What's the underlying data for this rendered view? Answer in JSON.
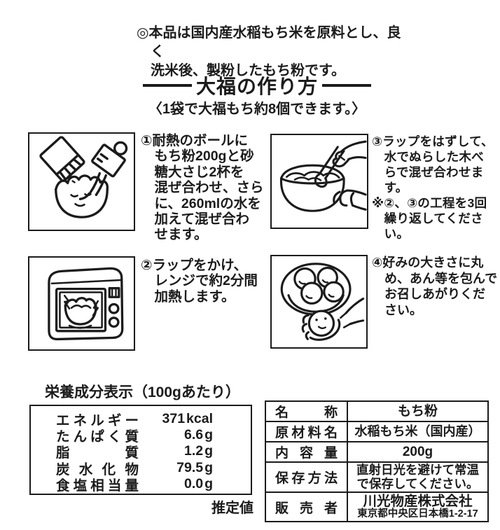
{
  "page": {
    "background": "#ffffff",
    "ink": "#1b1b1b"
  },
  "intro": {
    "text": "◎本品は国内産水稲もち米を原料とし、良く\n洗米後、製粉したもち粉です。"
  },
  "title": {
    "text": "大福の作り方"
  },
  "subtitle": {
    "text": "〈1袋で大福もち約8個できます。〉"
  },
  "steps": [
    {
      "number": "①",
      "illustration": "pouring-flour-and-water-into-bowl",
      "lines": [
        "①耐熱のボールに",
        "もち粉200gと砂",
        "糖大さじ2杯を",
        "混ぜ合わせ、さら",
        "に、260mlの水を",
        "加えて混ぜ合わ",
        "せます。"
      ]
    },
    {
      "number": "②",
      "illustration": "microwave-oven-with-bowl",
      "lines": [
        "②ラップをかけ、",
        "レンジで約2分間",
        "加熱します。"
      ]
    },
    {
      "number": "③",
      "illustration": "mixing-bowl-with-wooden-spatula",
      "lines": [
        "③ラップをはずして、",
        "水でぬらした木べ",
        "らで混ぜ合わせます。",
        "※②、③の工程を3回",
        "繰り返してください。"
      ]
    },
    {
      "number": "④",
      "illustration": "mochi-balls-on-plate-and-hand",
      "lines": [
        "④好みの大きさに丸",
        "め、あん等を包んで",
        "お召しあがりくだ",
        "さい。"
      ]
    }
  ],
  "nutrition": {
    "title": "栄養成分表示（100gあたり）",
    "rows": [
      {
        "label": "エネルギー",
        "value": "371",
        "unit": "kcal"
      },
      {
        "label": "たんぱく質",
        "value": "6.6",
        "unit": "g"
      },
      {
        "label": "脂質",
        "value": "1.2",
        "unit": "g"
      },
      {
        "label": "炭水化物",
        "value": "79.5",
        "unit": "g"
      },
      {
        "label": "食塩相当量",
        "value": "0.0",
        "unit": "g"
      }
    ],
    "note": "推定値"
  },
  "product_table": {
    "rows": [
      {
        "label": "名称",
        "value": "もち粉"
      },
      {
        "label": "原材料名",
        "value": "水稲もち米（国内産）"
      },
      {
        "label": "内容量",
        "value": "200g"
      },
      {
        "label": "保存方法",
        "value": "直射日光を避けて常温\nで保存してください。"
      },
      {
        "label": "販売者",
        "value": "川光物産株式会社",
        "value2": "東京都中央区日本橋1-2-17"
      }
    ]
  }
}
